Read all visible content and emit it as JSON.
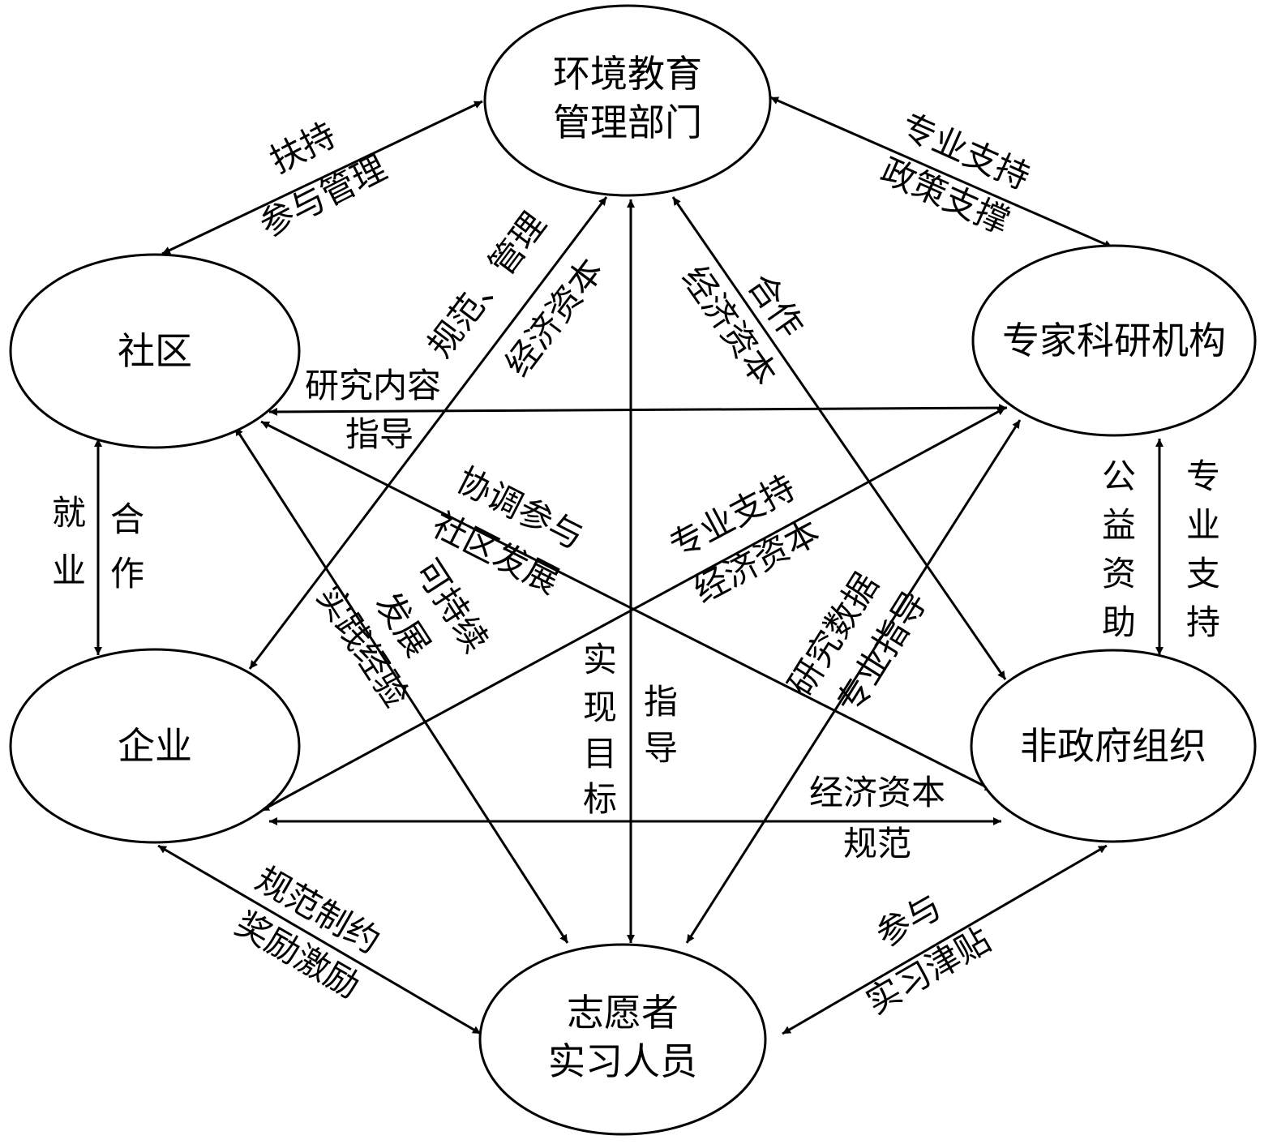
{
  "nodes": {
    "env": {
      "lines": [
        "环境教育",
        "管理部门"
      ]
    },
    "comm": {
      "lines": [
        "社区"
      ]
    },
    "expert": {
      "lines": [
        "专家科研机构"
      ]
    },
    "ent": {
      "lines": [
        "企业"
      ]
    },
    "ngo": {
      "lines": [
        "非政府组织"
      ]
    },
    "vol": {
      "lines": [
        "志愿者",
        "实习人员"
      ]
    }
  },
  "edges": [
    {
      "from": "env",
      "to": "comm",
      "labels": [
        "扶持",
        "参与管理"
      ]
    },
    {
      "from": "env",
      "to": "expert",
      "labels": [
        "专业支持",
        "政策支撑"
      ]
    },
    {
      "from": "env",
      "to": "ent",
      "labels": [
        "规范、管理",
        "经济资本"
      ]
    },
    {
      "from": "env",
      "to": "ngo",
      "labels": [
        "合作",
        "经济资本"
      ]
    },
    {
      "from": "env",
      "to": "vol",
      "labels": [
        "实",
        "现",
        "目",
        "标",
        "指",
        "导"
      ]
    },
    {
      "from": "comm",
      "to": "expert",
      "labels": [
        "研究内容",
        "指导"
      ]
    },
    {
      "from": "comm",
      "to": "ngo",
      "labels": [
        "协调参与",
        "社区发展"
      ]
    },
    {
      "from": "comm",
      "to": "vol",
      "labels": [
        "可持续",
        "发展",
        "实践经验"
      ]
    },
    {
      "from": "comm",
      "to": "ent",
      "labels": [
        "就",
        "业",
        "合",
        "作"
      ]
    },
    {
      "from": "expert",
      "to": "ent",
      "labels": [
        "专业支持",
        "经济资本"
      ]
    },
    {
      "from": "expert",
      "to": "vol",
      "labels": [
        "研究数据",
        "专业指导"
      ]
    },
    {
      "from": "expert",
      "to": "ngo",
      "labels": [
        "公",
        "益",
        "资",
        "助",
        "专",
        "业",
        "支",
        "持"
      ]
    },
    {
      "from": "ent",
      "to": "ngo",
      "labels": [
        "经济资本",
        "规范"
      ]
    },
    {
      "from": "ent",
      "to": "vol",
      "labels": [
        "规范制约",
        "奖励激励"
      ]
    },
    {
      "from": "ngo",
      "to": "vol",
      "labels": [
        "参与",
        "实习津贴"
      ]
    }
  ]
}
